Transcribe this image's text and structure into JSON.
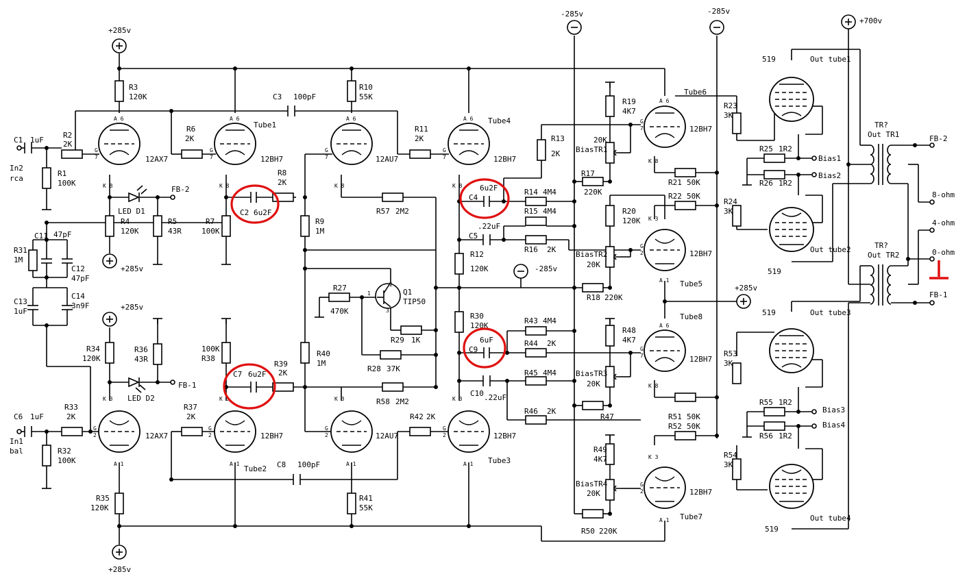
{
  "colors": {
    "wire": "#000000",
    "highlight": "#e01010",
    "background": "#ffffff"
  },
  "rails": [
    {
      "id": "p285_top",
      "text": "+285v",
      "sign": "plus"
    },
    {
      "id": "p285_led",
      "text": "+285v",
      "sign": "plus"
    },
    {
      "id": "p285_mid",
      "text": "+285v",
      "sign": "plus"
    },
    {
      "id": "p285_bot",
      "text": "+285v",
      "sign": "plus"
    },
    {
      "id": "p285_right",
      "text": "+285v",
      "sign": "plus"
    },
    {
      "id": "n285_a",
      "text": "-285v",
      "sign": "minus"
    },
    {
      "id": "n285_b",
      "text": "-285v",
      "sign": "minus"
    },
    {
      "id": "n285_mid",
      "text": "-285v",
      "sign": "minus"
    },
    {
      "id": "p700",
      "text": "+700v",
      "sign": "plus"
    }
  ],
  "tubes": [
    {
      "id": "u1",
      "name": "12AX7",
      "ref": ""
    },
    {
      "id": "u2",
      "name": "12BH7",
      "ref": "Tube1"
    },
    {
      "id": "u3",
      "name": "12AU7",
      "ref": ""
    },
    {
      "id": "u4",
      "name": "12BH7",
      "ref": "Tube4"
    },
    {
      "id": "u5",
      "name": "12AX7",
      "ref": ""
    },
    {
      "id": "u6",
      "name": "12BH7",
      "ref": "Tube2"
    },
    {
      "id": "u7",
      "name": "12AU7",
      "ref": ""
    },
    {
      "id": "u8",
      "name": "12BH7",
      "ref": "Tube3"
    },
    {
      "id": "u9",
      "name": "12BH7",
      "ref": "Tube6"
    },
    {
      "id": "u10",
      "name": "12BH7",
      "ref": "Tube5"
    },
    {
      "id": "u11",
      "name": "12BH7",
      "ref": "Tube8"
    },
    {
      "id": "u12",
      "name": "12BH7",
      "ref": "Tube7"
    }
  ],
  "output_tubes": [
    {
      "id": "o1",
      "part": "519",
      "ref": "Out tube1"
    },
    {
      "id": "o2",
      "part": "519",
      "ref": "Out tube2"
    },
    {
      "id": "o3",
      "part": "519",
      "ref": "Out tube3"
    },
    {
      "id": "o4",
      "part": "519",
      "ref": "Out tube4"
    }
  ],
  "resistors": [
    {
      "ref": "R3",
      "val": "120K"
    },
    {
      "ref": "R10",
      "val": "55K"
    },
    {
      "ref": "R2",
      "val": "2K"
    },
    {
      "ref": "R1",
      "val": "100K"
    },
    {
      "ref": "R6",
      "val": "2K"
    },
    {
      "ref": "R11",
      "val": "2K"
    },
    {
      "ref": "R13",
      "val": "2K"
    },
    {
      "ref": "R8",
      "val": "2K"
    },
    {
      "ref": "R4",
      "val": "120K"
    },
    {
      "ref": "R5",
      "val": "43R"
    },
    {
      "ref": "R7",
      "val": "100K"
    },
    {
      "ref": "R9",
      "val": "1M"
    },
    {
      "ref": "R57",
      "val": "2M2"
    },
    {
      "ref": "R14",
      "val": "4M4"
    },
    {
      "ref": "R15",
      "val": "4M4"
    },
    {
      "ref": "R16",
      "val": "2K"
    },
    {
      "ref": "R12",
      "val": "120K"
    },
    {
      "ref": "R27",
      "val": "470K"
    },
    {
      "ref": "R29",
      "val": "1K"
    },
    {
      "ref": "R28",
      "val": "37K"
    },
    {
      "ref": "R30",
      "val": "120K"
    },
    {
      "ref": "R43",
      "val": "4M4"
    },
    {
      "ref": "R44",
      "val": "2K"
    },
    {
      "ref": "R45",
      "val": "4M4"
    },
    {
      "ref": "R46",
      "val": "2K"
    },
    {
      "ref": "R40",
      "val": "1M"
    },
    {
      "ref": "R58",
      "val": "2M2"
    },
    {
      "ref": "R39",
      "val": "2K"
    },
    {
      "ref": "R38",
      "val": "100K"
    },
    {
      "ref": "R34",
      "val": "120K"
    },
    {
      "ref": "R36",
      "val": "43R"
    },
    {
      "ref": "R33",
      "val": "2K"
    },
    {
      "ref": "R32",
      "val": "100K"
    },
    {
      "ref": "R37",
      "val": "2K"
    },
    {
      "ref": "R42",
      "val": "2K"
    },
    {
      "ref": "R35",
      "val": "120K"
    },
    {
      "ref": "R41",
      "val": "55K"
    },
    {
      "ref": "R31",
      "val": "1M"
    },
    {
      "ref": "R19",
      "val": "4K7"
    },
    {
      "ref": "R17",
      "val": "220K"
    },
    {
      "ref": "R20",
      "val": "120K"
    },
    {
      "ref": "R18",
      "val": "220K"
    },
    {
      "ref": "R48",
      "val": "4K7"
    },
    {
      "ref": "R47",
      "val": ""
    },
    {
      "ref": "R49",
      "val": "4K7"
    },
    {
      "ref": "R50",
      "val": "220K"
    },
    {
      "ref": "R21",
      "val": "50K"
    },
    {
      "ref": "R22",
      "val": "50K"
    },
    {
      "ref": "R51",
      "val": "50K"
    },
    {
      "ref": "R52",
      "val": "50K"
    },
    {
      "ref": "R23",
      "val": "3K"
    },
    {
      "ref": "R24",
      "val": "3K"
    },
    {
      "ref": "R53",
      "val": "3K"
    },
    {
      "ref": "R54",
      "val": "3K"
    },
    {
      "ref": "R25",
      "val": "1R2"
    },
    {
      "ref": "R26",
      "val": "1R2"
    },
    {
      "ref": "R55",
      "val": "1R2"
    },
    {
      "ref": "R56",
      "val": "1R2"
    }
  ],
  "capacitors": [
    {
      "ref": "C1",
      "val": "1uF"
    },
    {
      "ref": "C3",
      "val": "100pF"
    },
    {
      "ref": "C2",
      "val": "6u2F"
    },
    {
      "ref": "C4",
      "val": "6u2F"
    },
    {
      "ref": "C5",
      "val": ".22uF"
    },
    {
      "ref": "C11",
      "val": "47pF"
    },
    {
      "ref": "C12",
      "val": "47pF"
    },
    {
      "ref": "C13",
      "val": "1uF"
    },
    {
      "ref": "C14",
      "val": "3n9F"
    },
    {
      "ref": "C6",
      "val": "1uF"
    },
    {
      "ref": "C7",
      "val": "6u2F"
    },
    {
      "ref": "C9",
      "val": "6uF"
    },
    {
      "ref": "C10",
      "val": ".22uF"
    },
    {
      "ref": "C8",
      "val": "100pF"
    }
  ],
  "pots": [
    {
      "ref": "BiasTR1",
      "val": "20K"
    },
    {
      "ref": "BiasTR2",
      "val": "20K"
    },
    {
      "ref": "BiasTR3",
      "val": "20K"
    },
    {
      "ref": "BiasTR4",
      "val": "20K"
    }
  ],
  "leds": [
    {
      "ref": "LED D1"
    },
    {
      "ref": "LED D2"
    }
  ],
  "transistor": {
    "ref": "Q1",
    "part": "TIP50"
  },
  "transformers": [
    {
      "top": "TR?",
      "name": "Out TR1"
    },
    {
      "top": "TR?",
      "name": "Out TR2"
    }
  ],
  "connectors": {
    "in2": {
      "name": "In2",
      "type": "rca"
    },
    "in1": {
      "name": "In1",
      "type": "bal"
    },
    "fb2_local": "FB-2",
    "fb1_local": "FB-1",
    "fb2_out": "FB-2",
    "fb1_out": "FB-1",
    "ohm8": "8-ohm",
    "ohm4": "4-ohm",
    "ohm0": "0-ohm",
    "bias1": "Bias1",
    "bias2": "Bias2",
    "bias3": "Bias3",
    "bias4": "Bias4"
  },
  "highlighted": [
    "C2",
    "C4",
    "C7",
    "C9"
  ]
}
